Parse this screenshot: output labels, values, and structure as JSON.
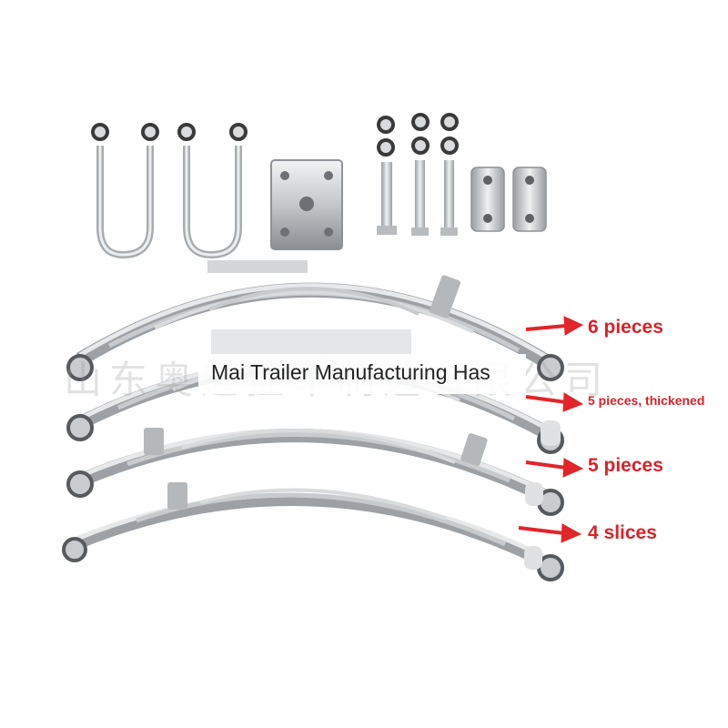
{
  "image": {
    "subject": "trailer leaf spring kit with u-bolts, plate, bolts and shackles",
    "watermark": {
      "chinese_text": "山东奥迈挂车制造有限公司",
      "english_text": "Mai Trailer Manufacturing Has"
    },
    "labels": [
      {
        "text": "6 pieces"
      },
      {
        "text": "5 pieces, thickened"
      },
      {
        "text": "5 pieces"
      },
      {
        "text": "4 slices"
      }
    ],
    "colors": {
      "label": "#d8232a",
      "arrow": "#e0262b",
      "steel_light": "#e6e8ea",
      "steel_dark": "#8a8d91"
    }
  }
}
